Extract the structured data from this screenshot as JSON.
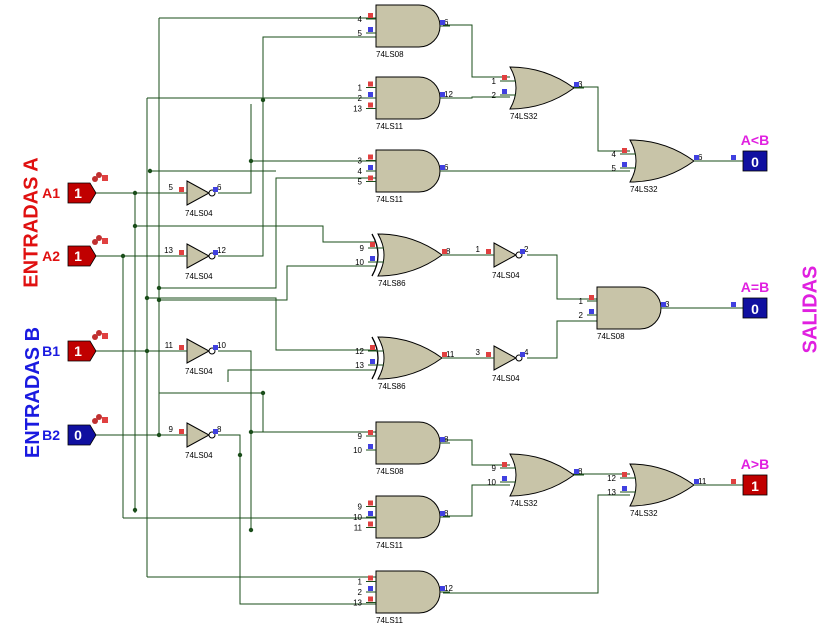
{
  "labels": {
    "inputs_a": "ENTRADAS A",
    "inputs_b": "ENTRADAS B",
    "outputs": "SALIDAS"
  },
  "inputs": [
    {
      "name": "A1",
      "value": "1"
    },
    {
      "name": "A2",
      "value": "1"
    },
    {
      "name": "B1",
      "value": "1"
    },
    {
      "name": "B2",
      "value": "0"
    }
  ],
  "outputs": [
    {
      "name": "A<B",
      "value": "0"
    },
    {
      "name": "A=B",
      "value": "0"
    },
    {
      "name": "A>B",
      "value": "1"
    }
  ],
  "gates": [
    {
      "id": "and1",
      "type": "74LS08",
      "pins": [
        "4",
        "5",
        "6"
      ]
    },
    {
      "id": "and3a",
      "type": "74LS11",
      "pins": [
        "1",
        "2",
        "13",
        "12"
      ]
    },
    {
      "id": "and3b",
      "type": "74LS11",
      "pins": [
        "3",
        "4",
        "5",
        "6"
      ]
    },
    {
      "id": "or1",
      "type": "74LS32",
      "pins": [
        "1",
        "2",
        "3"
      ]
    },
    {
      "id": "or2",
      "type": "74LS32",
      "pins": [
        "4",
        "5",
        "6"
      ]
    },
    {
      "id": "inv1",
      "type": "74LS04",
      "pins": [
        "5",
        "6"
      ]
    },
    {
      "id": "inv2",
      "type": "74LS04",
      "pins": [
        "13",
        "12"
      ]
    },
    {
      "id": "inv3",
      "type": "74LS04",
      "pins": [
        "11",
        "10"
      ]
    },
    {
      "id": "inv4",
      "type": "74LS04",
      "pins": [
        "9",
        "8"
      ]
    },
    {
      "id": "xor1",
      "type": "74LS86",
      "pins": [
        "9",
        "10",
        "8"
      ]
    },
    {
      "id": "xor2",
      "type": "74LS86",
      "pins": [
        "12",
        "13",
        "11"
      ]
    },
    {
      "id": "inv5",
      "type": "74LS04",
      "pins": [
        "1",
        "2"
      ]
    },
    {
      "id": "inv6",
      "type": "74LS04",
      "pins": [
        "3",
        "4"
      ]
    },
    {
      "id": "and2",
      "type": "74LS08",
      "pins": [
        "1",
        "2",
        "3"
      ]
    },
    {
      "id": "and4",
      "type": "74LS08",
      "pins": [
        "9",
        "10",
        "8"
      ]
    },
    {
      "id": "and3c",
      "type": "74LS11",
      "pins": [
        "9",
        "10",
        "11",
        "8"
      ]
    },
    {
      "id": "and3d",
      "type": "74LS11",
      "pins": [
        "1",
        "2",
        "13",
        "12"
      ]
    },
    {
      "id": "or3",
      "type": "74LS32",
      "pins": [
        "9",
        "10",
        "8"
      ]
    },
    {
      "id": "or4",
      "type": "74LS32",
      "pins": [
        "12",
        "13",
        "11"
      ]
    }
  ],
  "colors": {
    "wire": "#1a4d1a",
    "gate_fill": "#c8c4a8",
    "high": "#c00000",
    "low": "#1010a0",
    "pin_high": "#e04040",
    "pin_low": "#4040e0"
  }
}
